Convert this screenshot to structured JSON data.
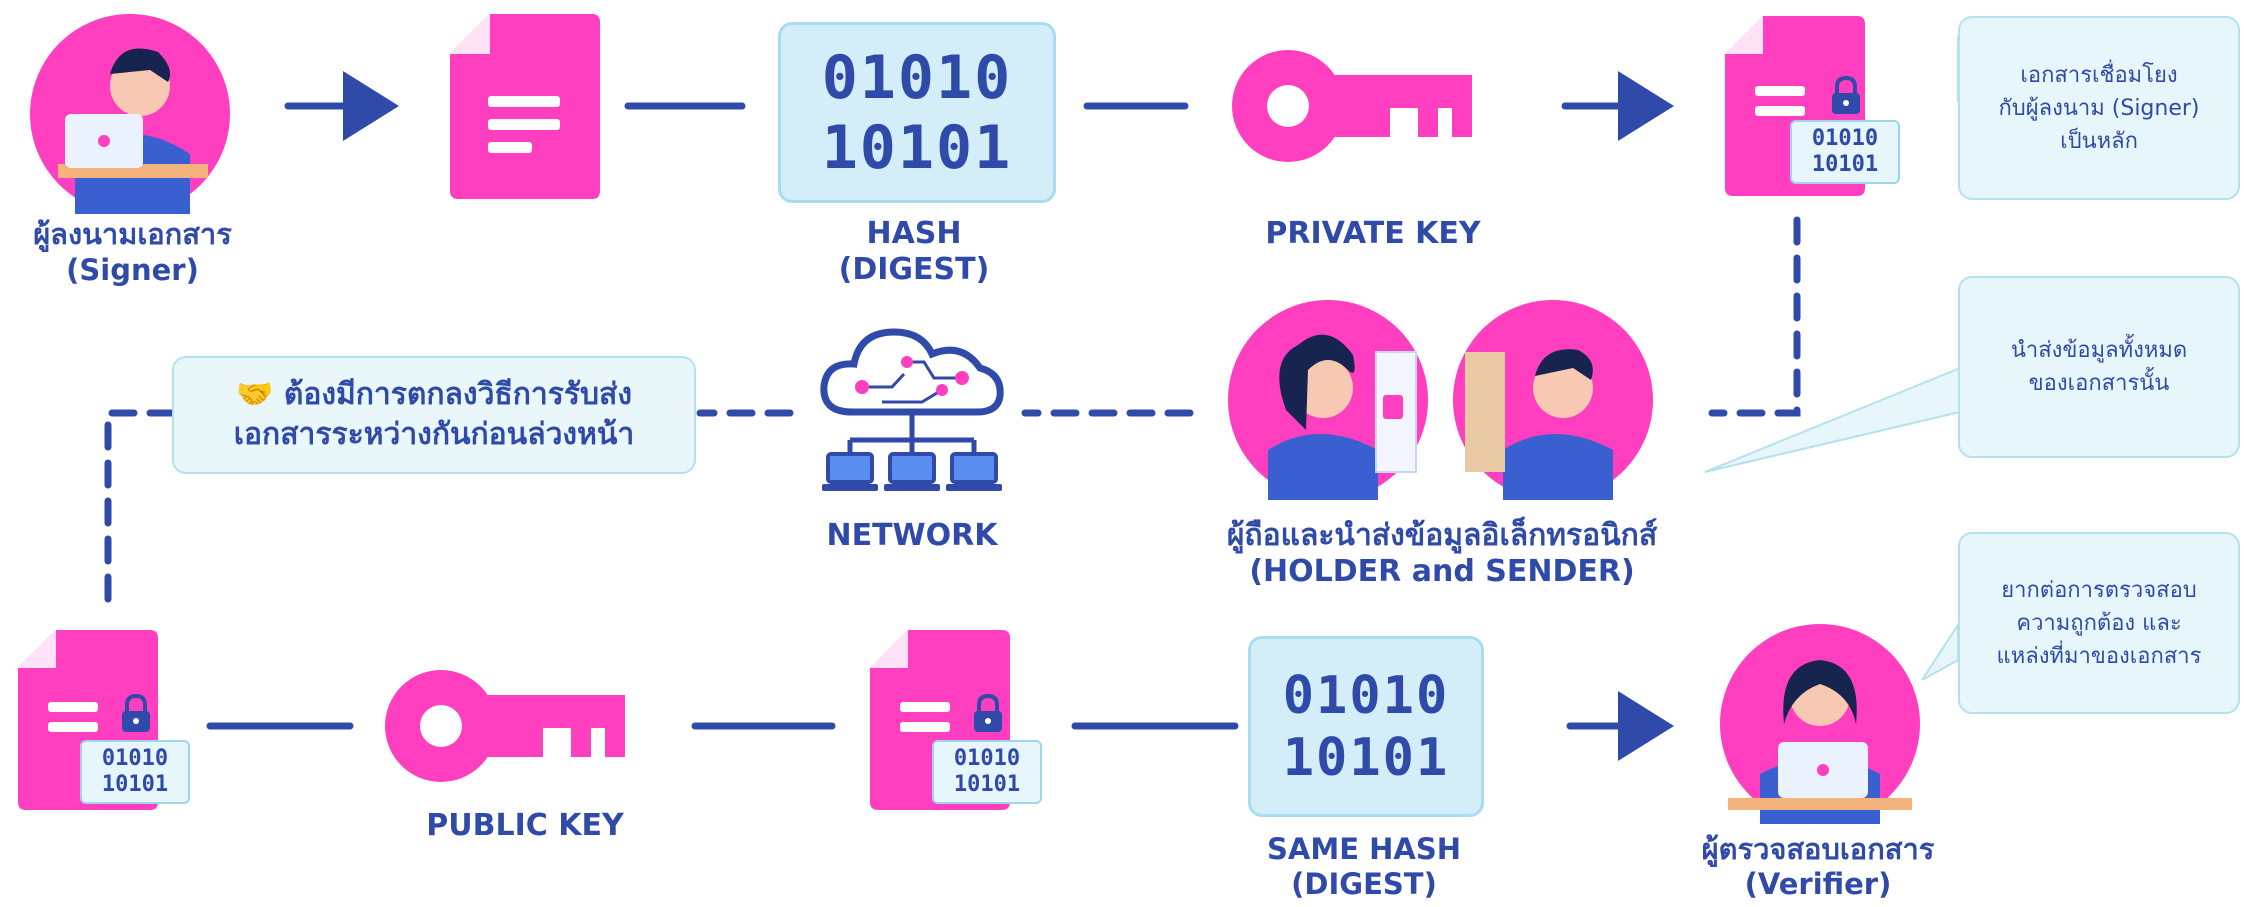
{
  "colors": {
    "accent_pink": "#ff3fbf",
    "navy": "#2f4aa8",
    "light_blue": "#d3eef8"
  },
  "signer": {
    "label_line1": "ผู้ลงนามเอกสาร",
    "label_line2": "(Signer)"
  },
  "hash": {
    "bits_line1": "01010",
    "bits_line2": "10101",
    "label_line1": "HASH",
    "label_line2": "(DIGEST)"
  },
  "private_key": {
    "label": "PRIVATE KEY"
  },
  "signed_doc_badge": {
    "line1": "01010",
    "line2": "10101"
  },
  "note_signer": {
    "line1": "เอกสารเชื่อมโยง",
    "line2": "กับผู้ลงนาม (Signer)",
    "line3": "เป็นหลัก"
  },
  "note_sender": {
    "line1": "นำส่งข้อมูลทั้งหมด",
    "line2": "ของเอกสารนั้น"
  },
  "note_verifier": {
    "line1": "ยากต่อการตรวจสอบ",
    "line2": "ความถูกต้อง และ",
    "line3": "แหล่งที่มาของเอกสาร"
  },
  "agreement": {
    "line1": "ต้องมีการตกลงวิธีการรับส่ง",
    "line2": "เอกสารระหว่างกันก่อนล่วงหน้า"
  },
  "network": {
    "label": "NETWORK"
  },
  "holder": {
    "label_line1": "ผู้ถือและนำส่งข้อมูลอิเล็กทรอนิกส์",
    "label_line2": "(HOLDER and SENDER)"
  },
  "public_key": {
    "label": "PUBLIC KEY"
  },
  "same_hash": {
    "bits_line1": "01010",
    "bits_line2": "10101",
    "label_line1": "SAME HASH",
    "label_line2": "(DIGEST)"
  },
  "verifier": {
    "label_line1": "ผู้ตรวจสอบเอกสาร",
    "label_line2": "(Verifier)"
  }
}
